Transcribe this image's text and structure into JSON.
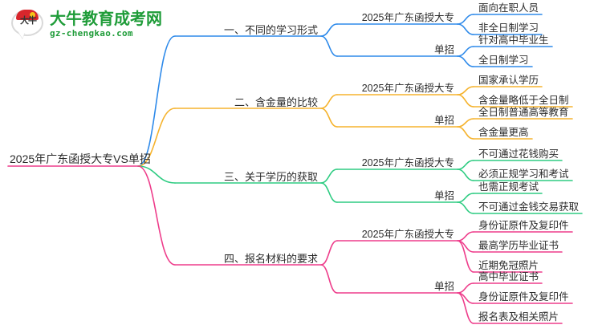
{
  "logo": {
    "mark_text": "大牛",
    "title": "大牛教育成考网",
    "subtitle": "gz-chengkao.com",
    "brand_green": "#1f9c39",
    "brand_red": "#d8262c"
  },
  "mindmap": {
    "root": "2025年广东函授大专VS单招",
    "branches": [
      {
        "label": "一、不同的学习形式",
        "color": "#2e8aea",
        "children": [
          {
            "label": "2025年广东函授大专",
            "leaves": [
              "面向在职人员",
              "非全日制学习"
            ]
          },
          {
            "label": "单招",
            "leaves": [
              "针对高中毕业生",
              "全日制学习"
            ]
          }
        ]
      },
      {
        "label": "二、含金量的比较",
        "color": "#f5b32e",
        "children": [
          {
            "label": "2025年广东函授大专",
            "leaves": [
              "国家承认学历",
              "含金量略低于全日制"
            ]
          },
          {
            "label": "单招",
            "leaves": [
              "全日制普通高等教育",
              "含金量更高"
            ]
          }
        ]
      },
      {
        "label": "三、关于学历的获取",
        "color": "#2ecc82",
        "children": [
          {
            "label": "2025年广东函授大专",
            "leaves": [
              "不可通过花钱购买",
              "必须正规学习和考试"
            ]
          },
          {
            "label": "单招",
            "leaves": [
              "也需正规考试",
              "不可通过金钱交易获取"
            ]
          }
        ]
      },
      {
        "label": "四、报名材料的要求",
        "color": "#ee3d8b",
        "children": [
          {
            "label": "2025年广东函授大专",
            "leaves": [
              "身份证原件及复印件",
              "最高学历毕业证书",
              "近期免冠照片"
            ]
          },
          {
            "label": "单招",
            "leaves": [
              "高中毕业证书",
              "身份证原件及复印件",
              "报名表及相关照片"
            ]
          }
        ]
      }
    ]
  }
}
